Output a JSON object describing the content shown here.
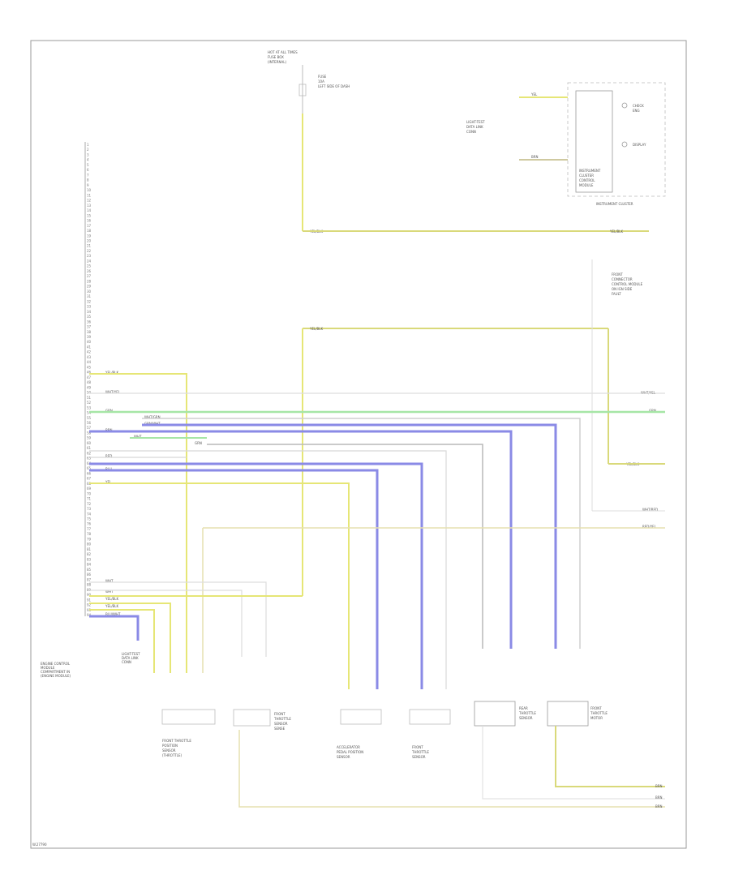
{
  "diagram": {
    "footer_code": "W.27790",
    "ecm_pins": [
      "1",
      "2",
      "3",
      "4",
      "5",
      "6",
      "7",
      "8",
      "9",
      "10",
      "11",
      "12",
      "13",
      "14",
      "15",
      "16",
      "17",
      "18",
      "19",
      "20",
      "21",
      "22",
      "23",
      "24",
      "25",
      "26",
      "27",
      "28",
      "29",
      "30",
      "31",
      "32",
      "33",
      "34",
      "35",
      "36",
      "37",
      "38",
      "39",
      "40",
      "41",
      "42",
      "43",
      "44",
      "45",
      "46",
      "47",
      "48",
      "49",
      "50",
      "51",
      "52",
      "53",
      "54",
      "55",
      "56",
      "57",
      "58",
      "59",
      "60",
      "61",
      "62",
      "63",
      "64",
      "65",
      "66",
      "67",
      "68",
      "69",
      "70",
      "71",
      "72",
      "73",
      "74",
      "75",
      "76",
      "77",
      "78",
      "79",
      "80",
      "81",
      "82",
      "83",
      "84",
      "85",
      "86",
      "87",
      "88",
      "89",
      "90",
      "91",
      "92",
      "93",
      "94"
    ],
    "ecm_label": [
      "ENGINE CONTROL",
      "MODULE",
      "COMPARTMENT IN",
      "(ENGINE MODULE)"
    ],
    "ecm_wire_labels": [
      "YEL/BLK",
      "WHT/YEL",
      "GRN",
      "WHT/GRN",
      "GRN/WHT",
      "BRN",
      "WHT",
      "GRN",
      "RED",
      "BLU",
      "YEL",
      "WHT",
      "WHT",
      "YEL/BLK",
      "YEL/BLK",
      "BLU/WHT"
    ],
    "fuse_label": [
      "HOT AT ALL TIMES",
      "FUSE BOX",
      "(INTERNAL)"
    ],
    "fuse_detail": [
      "FUSE",
      "10A",
      "LEFT SIDE OF DASH"
    ],
    "top_wire_label": "YEL/BLK",
    "mid_wire_label": "YEL/BLK",
    "cluster_wires": [
      "YEL",
      "BRN"
    ],
    "cluster_left_label": [
      "LIGHT-TEST",
      "DATA LINK",
      "CONN"
    ],
    "cluster_inner_label": [
      "INSTRUMENT",
      "CLUSTER",
      "CONTROL",
      "MODULE"
    ],
    "cluster_right_labels": [
      "CHECK",
      "ENG",
      "DISPLAY"
    ],
    "cluster_caption": "INSTRUMENT CLUSTER",
    "right_top_label": "YEL/BLK",
    "right_module_label": [
      "FRONT",
      "CONNECTOR",
      "CONTROL MODULE",
      "ON IGN SIDE",
      "FAULT"
    ],
    "right_wire_labels": [
      "WHT/YEL",
      "GRN",
      "YEL/BLK",
      "WHT/RED",
      "RED/YEL"
    ],
    "ground_labels": [
      "BRN",
      "BRN",
      "BRN"
    ],
    "bottom_left_label": [
      "LIGHT-TEST",
      "DATA LINK",
      "CONN"
    ],
    "components": [
      {
        "lines": [
          "FRONT THROTTLE",
          "POSITION",
          "SENSOR",
          "(THROTTLE)"
        ]
      },
      {
        "lines": [
          "FRONT",
          "THROTTLE",
          "SENSOR",
          "SENSE"
        ]
      },
      {
        "lines": [
          "ACCELERATOR",
          "PEDAL POSITION",
          "SENSOR"
        ]
      },
      {
        "lines": [
          "FRONT",
          "THROTTLE",
          "SENSOR"
        ]
      },
      {
        "lines": [
          "REAR",
          "THROTTLE",
          "SENSOR"
        ]
      },
      {
        "lines": [
          "FRONT",
          "THROTTLE",
          "MOTOR"
        ]
      }
    ]
  }
}
